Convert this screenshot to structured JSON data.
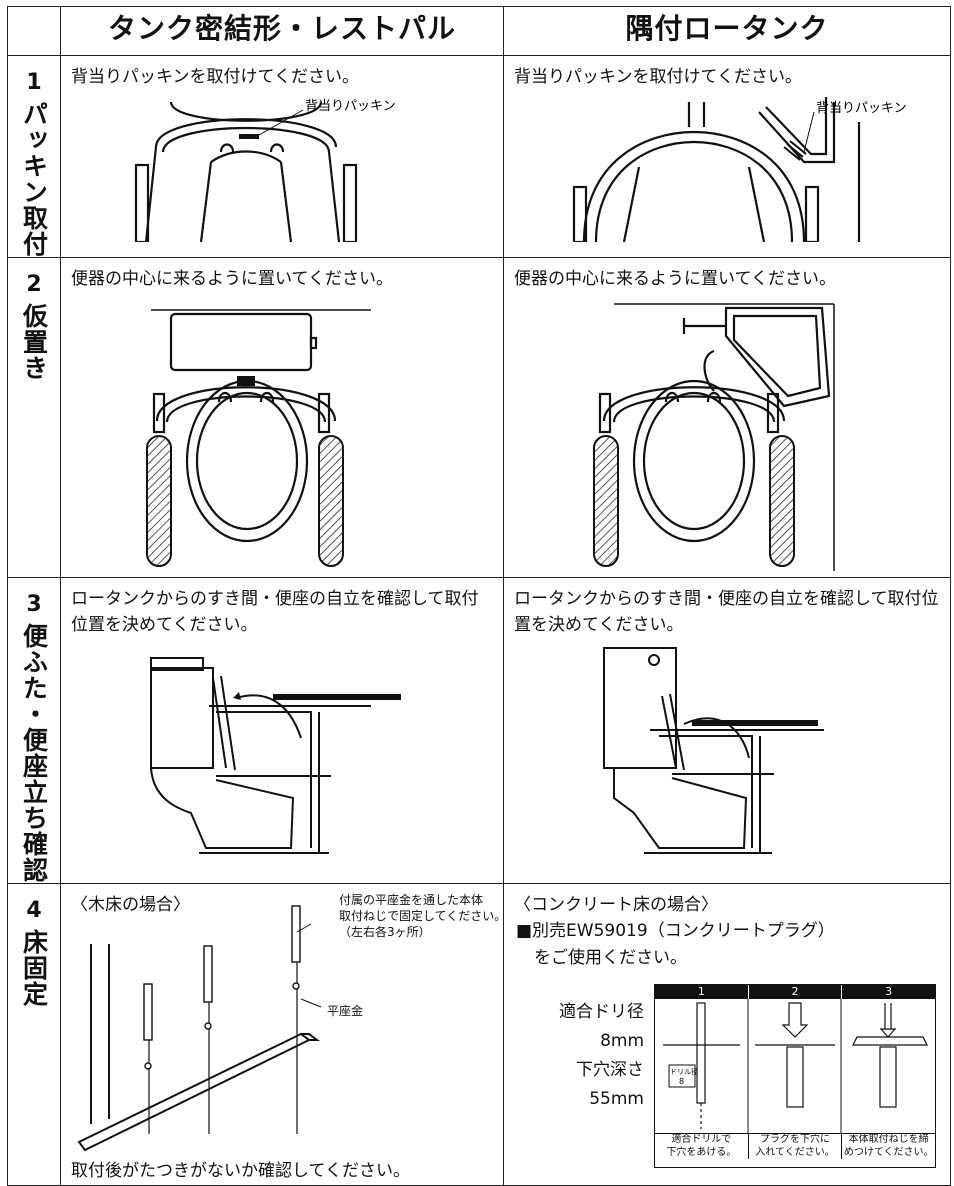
{
  "columns": {
    "left": "タンク密結形・レストパル",
    "right": "隅付ロータンク"
  },
  "steps": [
    {
      "num": "1",
      "title": "パッキン取付",
      "left_text": "背当りパッキンを取付けてください。",
      "left_label": "背当りパッキン",
      "right_text": "背当りパッキンを取付けてください。",
      "right_label": "背当りパッキン"
    },
    {
      "num": "2",
      "title": "仮置き",
      "left_text": "便器の中心に来るように置いてください。",
      "right_text": "便器の中心に来るように置いてください。"
    },
    {
      "num": "3",
      "title": "便ふた・便座立ち確認",
      "left_text": "ロータンクからのすき間・便座の自立を確認して取付位置を決めてください。",
      "right_text": "ロータンクからのすき間・便座の自立を確認して取付位置を決めてください。"
    },
    {
      "num": "4",
      "title": "床固定",
      "wood": {
        "heading": "〈木床の場合〉",
        "screw_note_1": "付属の平座金を通した本体",
        "screw_note_2": "取付ねじで固定してください。",
        "screw_note_3": "（左右各3ヶ所）",
        "washer_label": "平座金",
        "footer": "取付後がたつきがないか確認してください。"
      },
      "concrete": {
        "heading": "〈コンクリート床の場合〉",
        "line1": "■別売EW59019（コンクリートプラグ）",
        "line2": "をご使用ください。",
        "drill_label": "適合ドリ径",
        "drill_value": "8mm",
        "depth_label": "下穴深さ",
        "depth_value": "55mm",
        "panels": [
          {
            "num": "1",
            "caption_1": "適合ドリルで",
            "caption_2": "下穴をあける。",
            "tag": "ドリル径",
            "tag_value": "8"
          },
          {
            "num": "2",
            "caption_1": "プラグを下穴に",
            "caption_2": "入れてください。"
          },
          {
            "num": "3",
            "caption_1": "本体取付ねじを締",
            "caption_2": "めつけてください。"
          }
        ]
      }
    }
  ]
}
